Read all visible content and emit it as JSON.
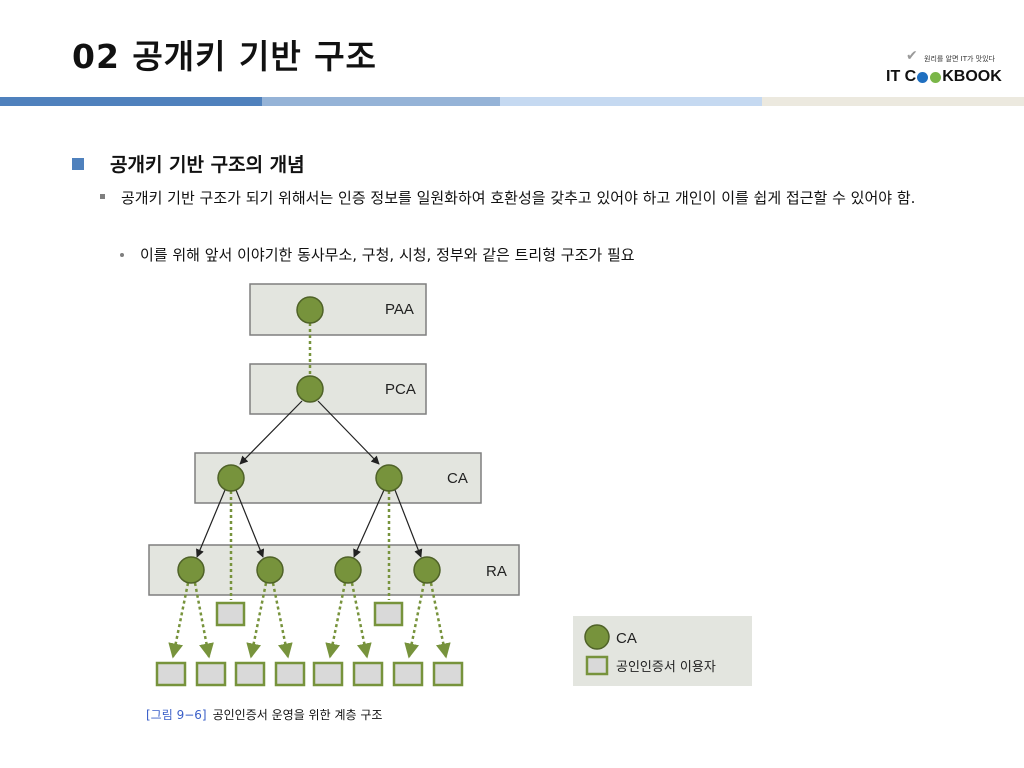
{
  "slide": {
    "title": "02 공개키 기반 구조"
  },
  "logo": {
    "tagline": "원리를 알면 IT가 맛있다",
    "brand_prefix": "IT C",
    "brand_suffix": "KBOOK",
    "dot_colors": [
      "#1f6fc0",
      "#7ab648"
    ]
  },
  "stripe_colors": [
    "#4f81bd",
    "#95b3d7",
    "#c5d9f1",
    "#ece9df"
  ],
  "content": {
    "heading": "공개키 기반 구조의 개념",
    "paragraph": "공개키 기반 구조가 되기 위해서는 인증 정보를 일원화하여 호환성을 갖추고 있어야 하고 개인이 이를 쉽게 접근할 수 있어야 함.",
    "sub_item": "이를 위해 앞서 이야기한 동사무소, 구청, 시청, 정부와 같은 트리형 구조가 필요"
  },
  "diagram": {
    "levels": [
      "PAA",
      "PCA",
      "CA",
      "RA"
    ],
    "legend": {
      "ca_label": "CA",
      "user_label": "공인인증서 이용자"
    },
    "colors": {
      "node_fill": "#77933c",
      "node_stroke": "#4f6228",
      "box_fill": "#e3e5df",
      "box_stroke": "#7f7f7f",
      "user_fill": "#d9d9d9",
      "user_stroke": "#77933c",
      "dotted": "#77933c"
    }
  },
  "caption": {
    "ref": "[그림 9−6]",
    "text": "공인인증서 운영을 위한 계층 구조"
  }
}
